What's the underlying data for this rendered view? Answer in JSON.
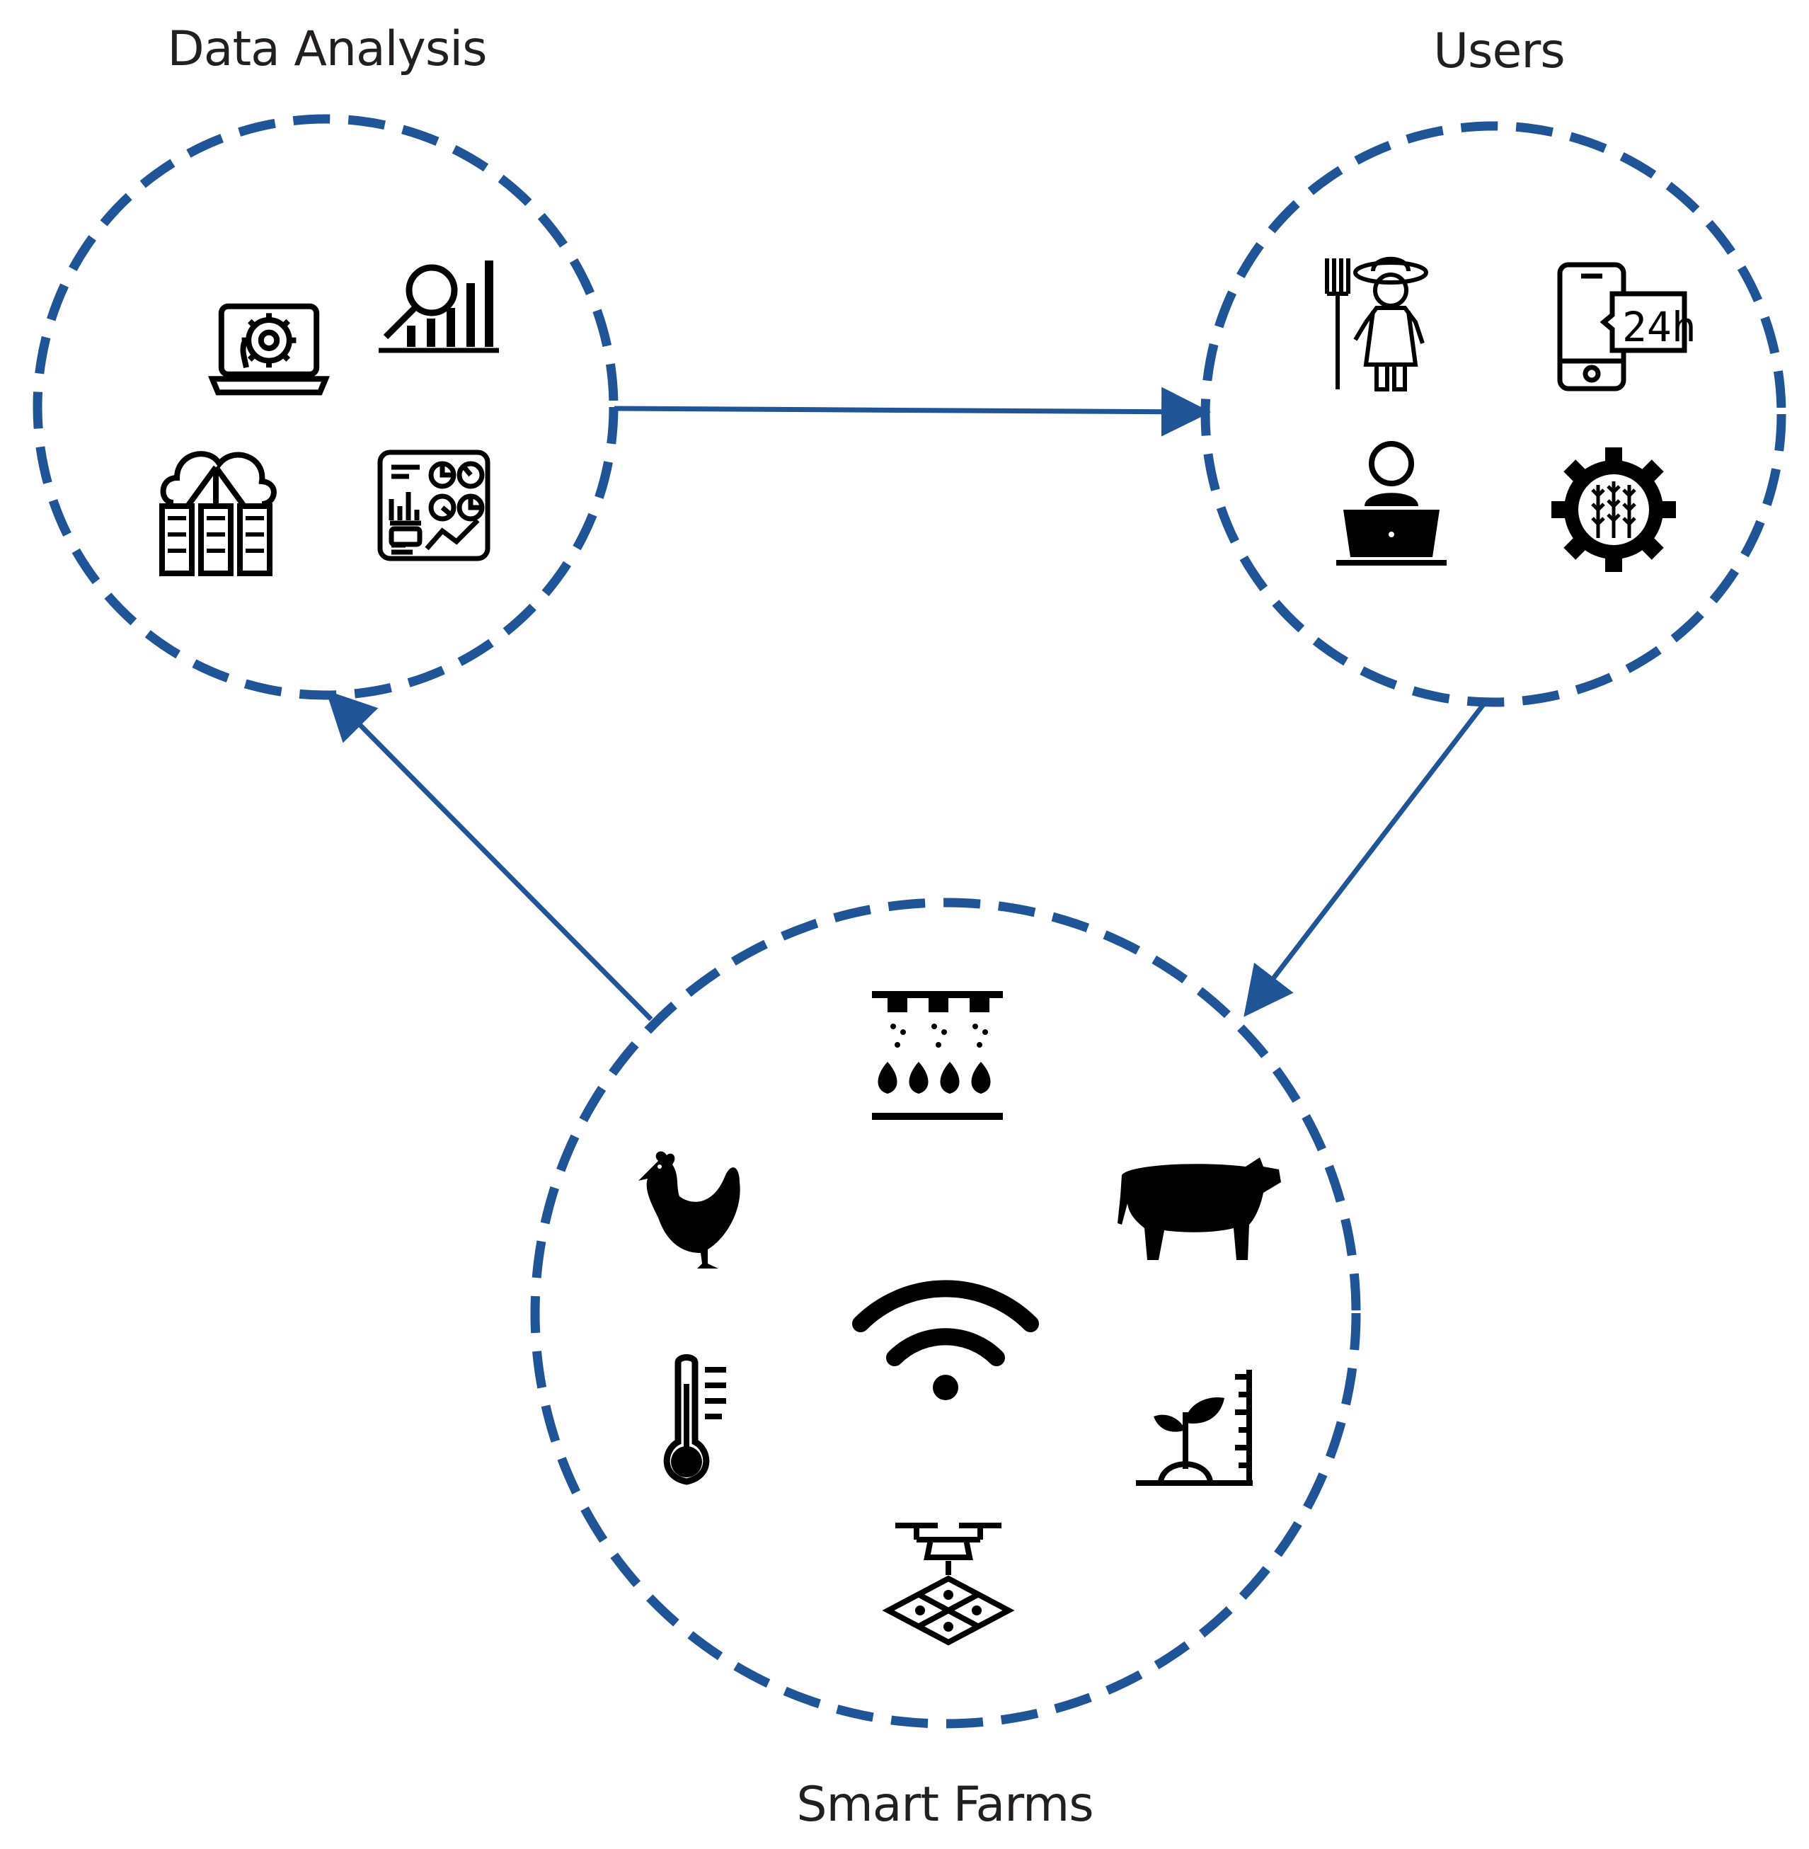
{
  "colors": {
    "accent": "#1f5597",
    "icon": "#000000",
    "text": "#231f20"
  },
  "clusters": {
    "data_analysis": {
      "title": "Data Analysis",
      "icons": [
        "ai-laptop-icon",
        "analytics-magnifier-icon",
        "cloud-server-icon",
        "dashboard-icon"
      ]
    },
    "users": {
      "title": "Users",
      "icons": [
        "farmer-icon",
        "phone-24h-icon",
        "laptop-user-icon",
        "agri-gear-icon"
      ]
    },
    "smart_farms": {
      "title": "Smart Farms",
      "icons": [
        "irrigation-icon",
        "chicken-icon",
        "cow-icon",
        "wifi-icon",
        "thermometer-icon",
        "plant-growth-icon",
        "drone-icon"
      ]
    }
  },
  "flows": [
    {
      "from": "data_analysis",
      "to": "users"
    },
    {
      "from": "users",
      "to": "smart_farms"
    },
    {
      "from": "smart_farms",
      "to": "data_analysis"
    }
  ]
}
